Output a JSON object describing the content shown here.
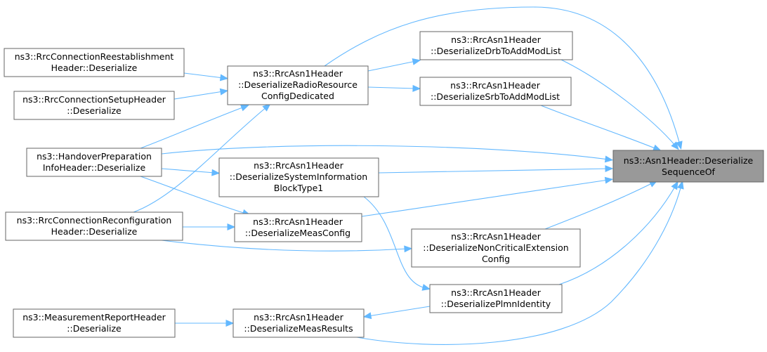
{
  "graph": {
    "nodes": {
      "n0": {
        "label": [
          "ns3::Asn1Header::Deserialize",
          "SequenceOf"
        ],
        "focus": true
      },
      "n1": {
        "label": [
          "ns3::RrcAsn1Header",
          "::DeserializeDrbToAddModList"
        ]
      },
      "n2": {
        "label": [
          "ns3::RrcAsn1Header",
          "::DeserializeRadioResource",
          "ConfigDedicated"
        ]
      },
      "n3": {
        "label": [
          "ns3::RrcConnectionReestablishment",
          "Header::Deserialize"
        ]
      },
      "n4": {
        "label": [
          "ns3::RrcConnectionSetupHeader",
          "::Deserialize"
        ]
      },
      "n5": {
        "label": [
          "ns3::HandoverPreparation",
          "InfoHeader::Deserialize"
        ]
      },
      "n6": {
        "label": [
          "ns3::RrcConnectionReconfiguration",
          "Header::Deserialize"
        ]
      },
      "n7": {
        "label": [
          "ns3::RrcAsn1Header",
          "::DeserializeSrbToAddModList"
        ]
      },
      "n8": {
        "label": [
          "ns3::RrcAsn1Header",
          "::DeserializeSystemInformation",
          "BlockType1"
        ]
      },
      "n9": {
        "label": [
          "ns3::RrcAsn1Header",
          "::DeserializeMeasConfig"
        ]
      },
      "n10": {
        "label": [
          "ns3::RrcAsn1Header",
          "::DeserializeNonCriticalExtension",
          "Config"
        ]
      },
      "n11": {
        "label": [
          "ns3::RrcAsn1Header",
          "::DeserializePlmnIdentity"
        ]
      },
      "n12": {
        "label": [
          "ns3::RrcAsn1Header",
          "::DeserializeMeasResults"
        ]
      },
      "n13": {
        "label": [
          "ns3::MeasurementReportHeader",
          "::Deserialize"
        ]
      }
    },
    "edges": [
      {
        "from": "n1",
        "to": "n0"
      },
      {
        "from": "n2",
        "to": "n0"
      },
      {
        "from": "n2",
        "to": "n1"
      },
      {
        "from": "n3",
        "to": "n2"
      },
      {
        "from": "n4",
        "to": "n2"
      },
      {
        "from": "n5",
        "to": "n2"
      },
      {
        "from": "n6",
        "to": "n2"
      },
      {
        "from": "n7",
        "to": "n0"
      },
      {
        "from": "n2",
        "to": "n7"
      },
      {
        "from": "n5",
        "to": "n0"
      },
      {
        "from": "n8",
        "to": "n0"
      },
      {
        "from": "n5",
        "to": "n8"
      },
      {
        "from": "n9",
        "to": "n0"
      },
      {
        "from": "n5",
        "to": "n9"
      },
      {
        "from": "n6",
        "to": "n9"
      },
      {
        "from": "n10",
        "to": "n0"
      },
      {
        "from": "n6",
        "to": "n10"
      },
      {
        "from": "n11",
        "to": "n0"
      },
      {
        "from": "n8",
        "to": "n11"
      },
      {
        "from": "n11",
        "to": "n12"
      },
      {
        "from": "n12",
        "to": "n0"
      },
      {
        "from": "n13",
        "to": "n12"
      }
    ]
  },
  "colors": {
    "edge": "#63b8ff",
    "node_border": "#666666",
    "focus_fill": "#999999"
  }
}
